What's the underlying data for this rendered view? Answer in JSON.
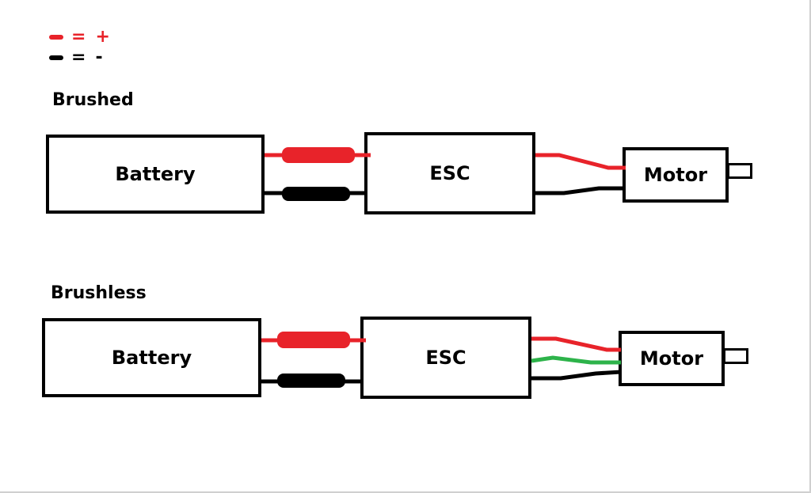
{
  "legend": [
    {
      "color": "#e8232a",
      "eq": "=",
      "symbol": "+",
      "symbol_color": "#e8232a"
    },
    {
      "color": "#000000",
      "eq": "=",
      "symbol": "-",
      "symbol_color": "#000000"
    }
  ],
  "sections": {
    "brushed": {
      "title": "Brushed",
      "battery": "Battery",
      "esc": "ESC",
      "motor": "Motor"
    },
    "brushless": {
      "title": "Brushless",
      "battery": "Battery",
      "esc": "ESC",
      "motor": "Motor"
    }
  },
  "colors": {
    "positive": "#e8232a",
    "negative": "#000000",
    "phase": "#2db34a"
  }
}
